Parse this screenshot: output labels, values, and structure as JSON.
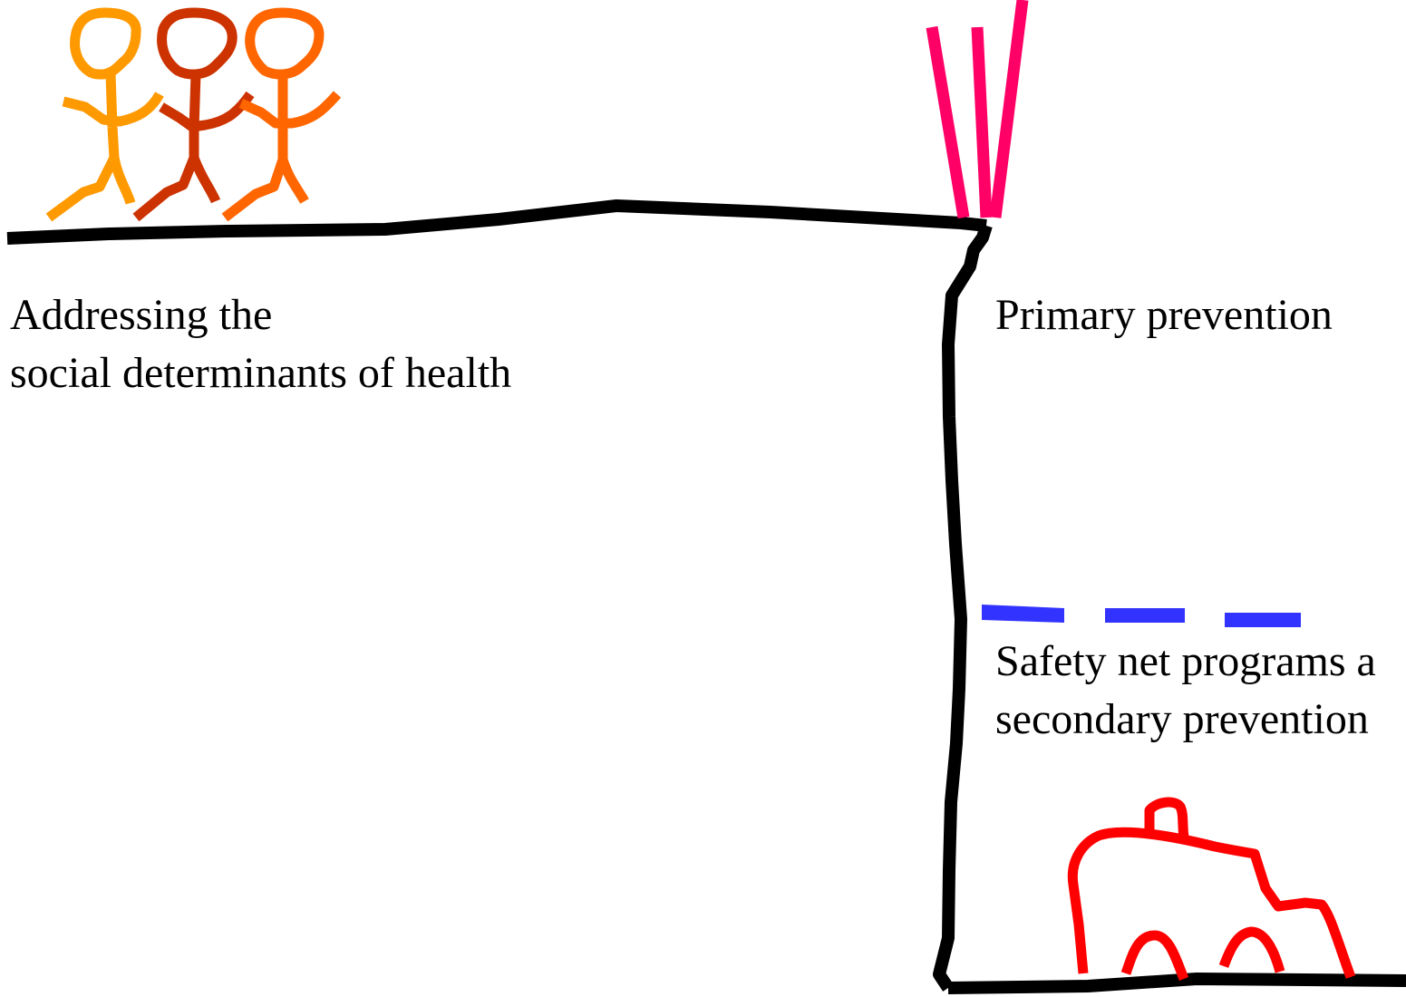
{
  "labels": {
    "social_determinants": {
      "line1": "Addressing the",
      "line2": "social determinants of health"
    },
    "primary_prevention": {
      "line1": "Primary prevention"
    },
    "safety_net": {
      "line1": "Safety net programs a",
      "line2": "secondary prevention"
    }
  },
  "figures": {
    "people": [
      {
        "name": "person-1",
        "color": "#ff9900"
      },
      {
        "name": "person-2",
        "color": "#cc3300"
      },
      {
        "name": "person-3",
        "color": "#ff6600"
      }
    ],
    "falling_marks_color": "#ff0066",
    "safety_net_color": "#3333ff",
    "ambulance_color": "#ff0000",
    "ground_color": "#000000"
  }
}
